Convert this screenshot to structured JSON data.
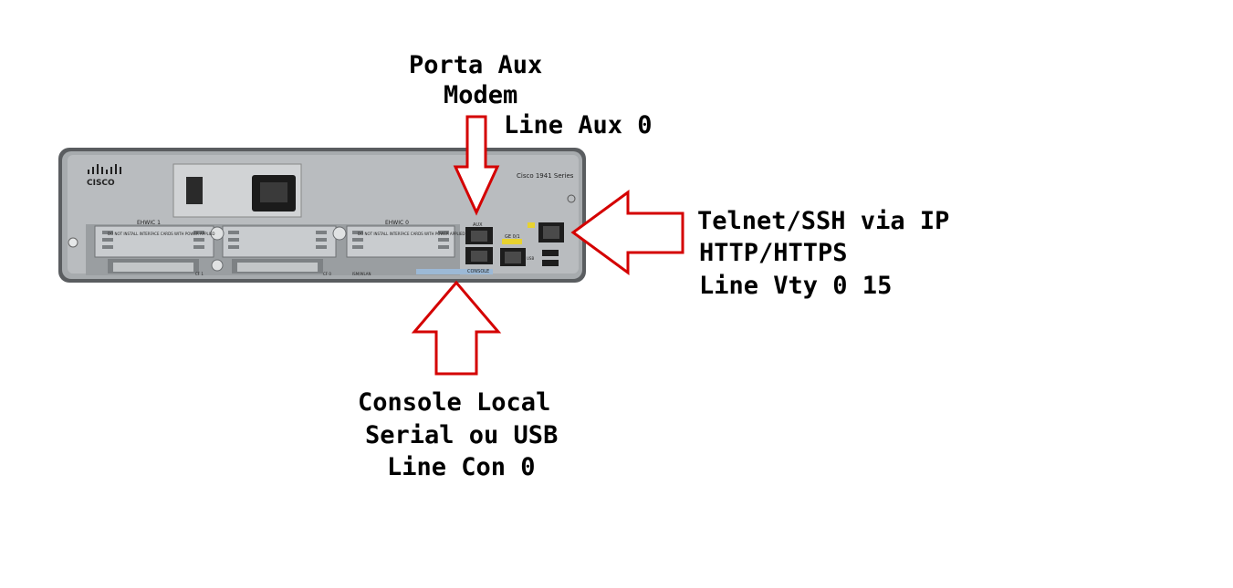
{
  "device": {
    "brand": "CISCO",
    "model": "Cisco 1941 Series",
    "slot1_label": "EHWIC 1",
    "slot0_label": "EHWIC 0",
    "slot_warning": "DO NOT INSTALL INTERFACE CARDS WITH POWER APPLIED",
    "port_aux": "AUX",
    "port_console": "CONSOLE",
    "port_ge01": "GE 0/1",
    "port_usb": "USB",
    "cf1": "CF 1",
    "cf0": "CF 0",
    "ism": "ISM/WLAN"
  },
  "annotations": {
    "aux": {
      "line1": "Porta Aux",
      "line2": "Modem",
      "line3": "Line Aux 0"
    },
    "remote": {
      "line1": "Telnet/SSH via IP",
      "line2": "HTTP/HTTPS",
      "line3": "Line Vty 0 15"
    },
    "console": {
      "line1": "Console Local",
      "line2": "Serial ou USB",
      "line3": "Line Con 0"
    }
  },
  "colors": {
    "arrow": "#d40000",
    "chassis": "#9fa3a6",
    "panel": "#c6c9cb"
  }
}
